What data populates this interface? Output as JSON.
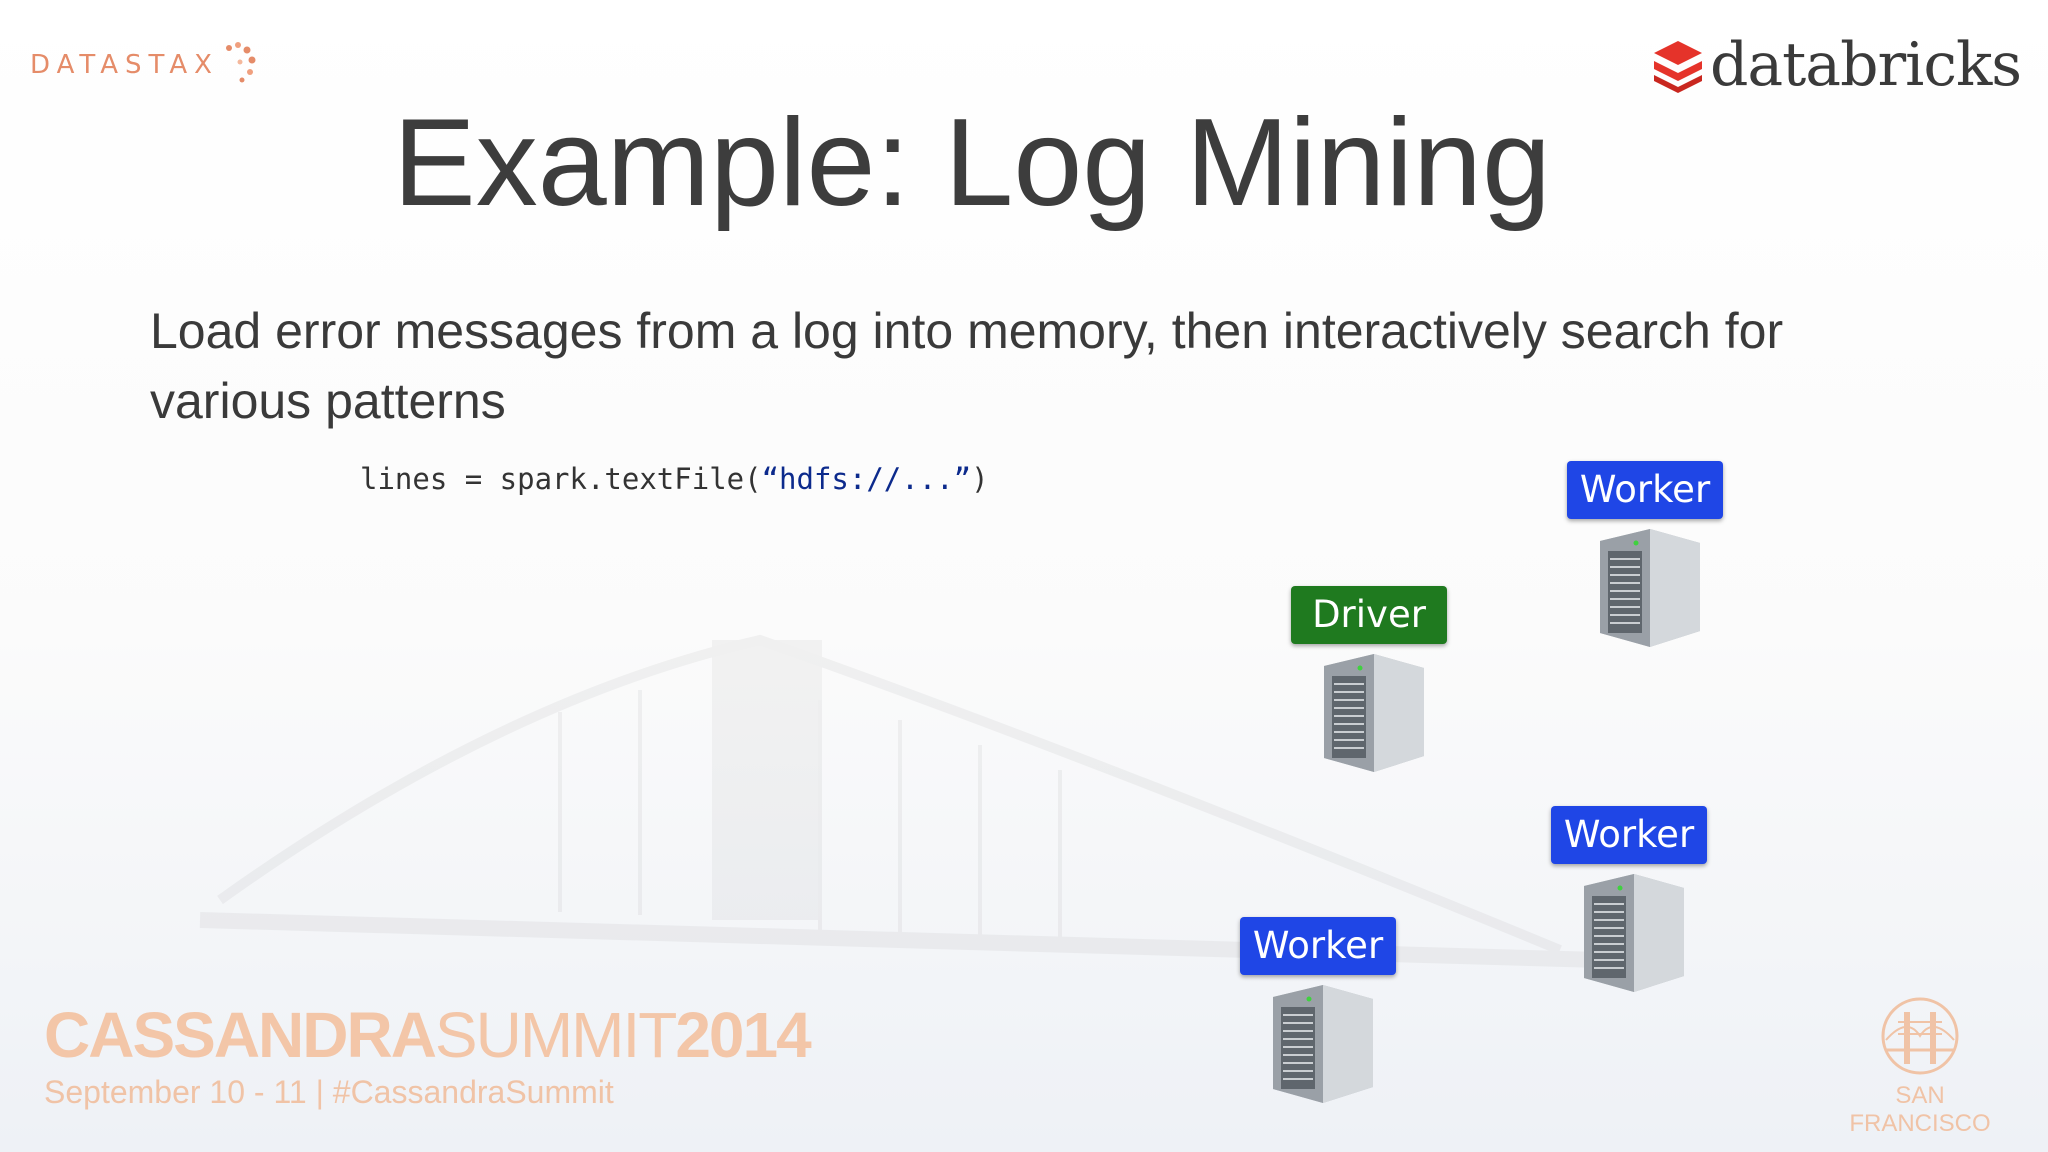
{
  "header": {
    "left_logo_text": "DATASTAX",
    "right_logo_text": "databricks"
  },
  "slide": {
    "title": "Example: Log Mining",
    "body": "Load error messages from a log into memory, then interactively search for various patterns",
    "code": {
      "prefix": "lines = spark.textFile(",
      "string": "“hdfs://...”",
      "suffix": ")"
    }
  },
  "cluster": {
    "nodes": [
      {
        "role": "driver",
        "label": "Driver",
        "icon": "server-icon"
      },
      {
        "role": "worker",
        "label": "Worker",
        "icon": "server-icon"
      },
      {
        "role": "worker",
        "label": "Worker",
        "icon": "server-icon"
      },
      {
        "role": "worker",
        "label": "Worker",
        "icon": "server-icon"
      }
    ]
  },
  "footer": {
    "event_bold": "CASSANDRA",
    "event_thin": "SUMMIT",
    "event_year": "2014",
    "dates": "September 10 - 11  |  #CassandraSummit",
    "city": "SAN FRANCISCO"
  },
  "colors": {
    "worker": "#1f46e6",
    "driver": "#1f7a1f",
    "accent_orange": "#e58c69",
    "databricks_red": "#e5332a"
  }
}
